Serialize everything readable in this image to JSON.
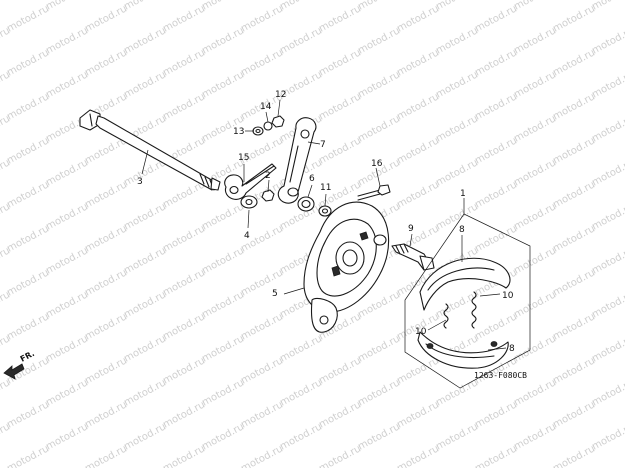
{
  "watermark": {
    "text": "motod.ru"
  },
  "diagram_code": "1263-F080CB",
  "direction_label": "FR.",
  "callouts": [
    {
      "id": "c1",
      "label": "1"
    },
    {
      "id": "c2",
      "label": "2"
    },
    {
      "id": "c3",
      "label": "3"
    },
    {
      "id": "c4",
      "label": "4"
    },
    {
      "id": "c5",
      "label": "5"
    },
    {
      "id": "c6",
      "label": "6"
    },
    {
      "id": "c7",
      "label": "7"
    },
    {
      "id": "c8a",
      "label": "8"
    },
    {
      "id": "c8b",
      "label": "8"
    },
    {
      "id": "c9",
      "label": "9"
    },
    {
      "id": "c10a",
      "label": "10"
    },
    {
      "id": "c10b",
      "label": "10"
    },
    {
      "id": "c11",
      "label": "11"
    },
    {
      "id": "c12",
      "label": "12"
    },
    {
      "id": "c13",
      "label": "13"
    },
    {
      "id": "c14",
      "label": "14"
    },
    {
      "id": "c15",
      "label": "15"
    },
    {
      "id": "c16",
      "label": "16"
    }
  ]
}
